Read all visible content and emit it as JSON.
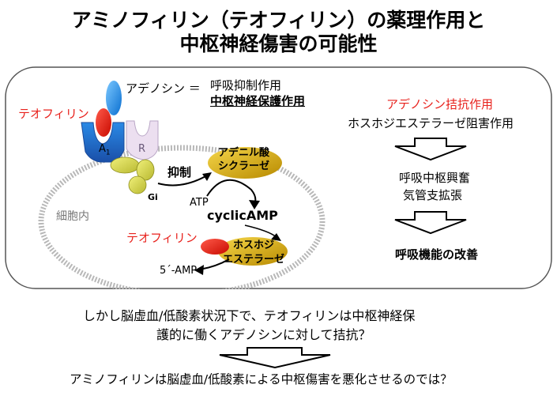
{
  "title": {
    "line1": "アミノフィリン（テオフィリン）の薬理作用と",
    "line2": "中枢神経傷害の可能性"
  },
  "diagram": {
    "adenosine_label": "アデノシン ＝",
    "adenosine_effect1": "呼吸抑制作用",
    "adenosine_effect2": "中枢神経保護作用",
    "theophylline_top": "テオフィリン",
    "receptor_a1": "A",
    "receptor_a1_sub": "1",
    "receptor_r": "R",
    "gi": "Gi",
    "inhibit": "抑制",
    "adenylate_cyclase_1": "アデニル酸",
    "adenylate_cyclase_2": "シクラーゼ",
    "atp": "ATP",
    "camp": "cyclicAMP",
    "intracellular": "細胞内",
    "theophylline_bottom": "テオフィリン",
    "pde_1": "ホスホジ",
    "pde_2": "エステラーゼ",
    "amp": "5´-AMP"
  },
  "right_panel": {
    "antagonism": "アデノシン拮抗作用",
    "pde_inhibition": "ホスホジエステラーゼ阻害作用",
    "stim1": "呼吸中枢興奮",
    "stim2": "気管支拡張",
    "result": "呼吸機能の改善"
  },
  "bottom": {
    "line1": "しかし脳虚血/低酸素状況下で、テオフィリンは中枢神経保",
    "line2": "護的に働くアデノシンに対して拮抗？",
    "conclusion": "アミノフィリンは脳虚血/低酸素による中枢傷害を悪化させるのでは？"
  },
  "colors": {
    "theophylline": "#e8211c",
    "adenosine": "#1a8fe0",
    "receptor_a1": "#2e6fc8",
    "receptor_r": "#e8dcee",
    "gi": "#d8d860",
    "enzyme": "#d4a800"
  }
}
